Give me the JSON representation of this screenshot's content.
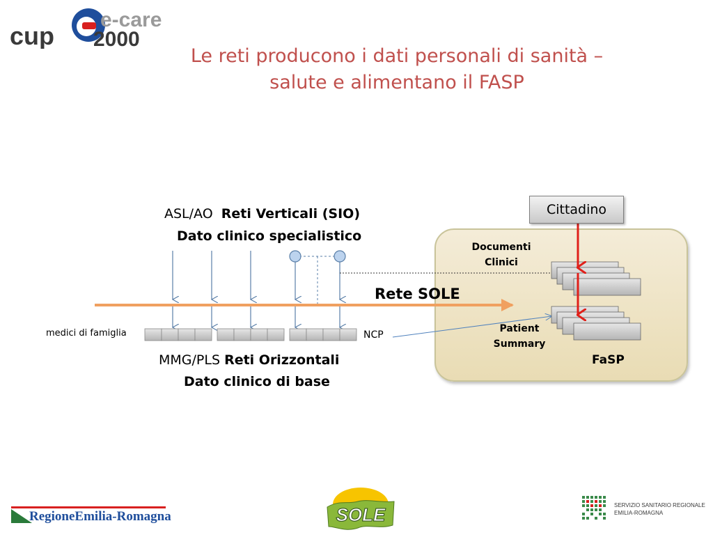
{
  "slide": {
    "title_line1": "Le reti producono i dati personali di sanità –",
    "title_line2": "salute e alimentano il FASP"
  },
  "logo_cup": {
    "word_cup": "cup",
    "word_ecare": "e-care",
    "word_2000": "2000"
  },
  "top_label": {
    "prefix": "ASL/AO",
    "bold": "Reti Verticali  (SIO)",
    "line2": "Dato clinico specialistico"
  },
  "bottom_label": {
    "prefix": "MMG/PLS",
    "bold": "Reti Orizzontali",
    "line2": "Dato clinico di base"
  },
  "medici_label": "medici di famiglia",
  "network_label": "Rete SOLE",
  "ncp_label": "NCP",
  "fasp": {
    "documenti_line1": "Documenti",
    "documenti_line2": "Clinici",
    "patient_line1": "Patient",
    "patient_line2": "Summary",
    "label": "FaSP"
  },
  "cittadino_label": "Cittadino",
  "footer": {
    "regione": "RegioneEmilia-Romagna",
    "sole": "SOLE",
    "servizio_line1": "SERVIZIO SANITARIO REGIONALE",
    "servizio_line2": "EMILIA-ROMAGNA"
  },
  "colors": {
    "title": "#c0504d",
    "sole_arrow": "#f0a060",
    "cittadino_arrow": "#e0201a",
    "connector": "#4f81bd",
    "fasp_fill": "#ede2c2"
  }
}
